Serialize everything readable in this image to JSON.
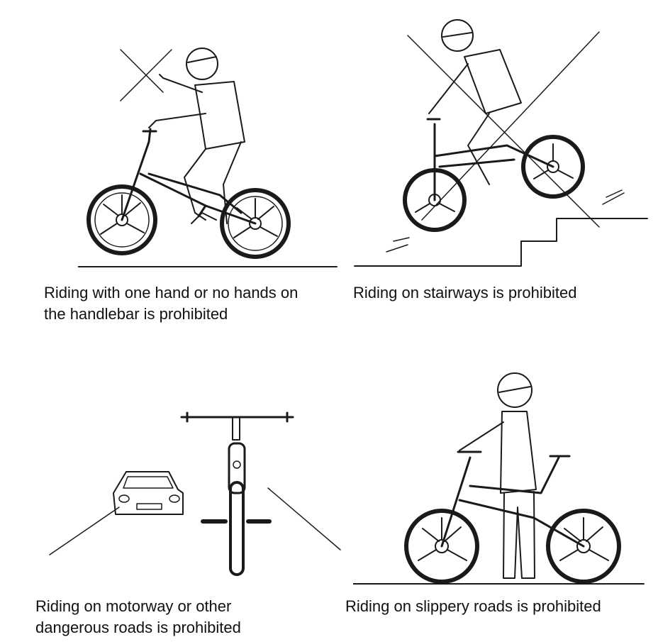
{
  "panels": [
    {
      "caption_line1": "Riding with one hand or no hands on",
      "caption_line2": "the handlebar is prohibited"
    },
    {
      "caption_line1": "Riding on stairways is prohibited",
      "caption_line2": ""
    },
    {
      "caption_line1": "Riding on motorway or other",
      "caption_line2": "dangerous roads is prohibited"
    },
    {
      "caption_line1": "Riding on slippery roads is prohibited",
      "caption_line2": ""
    }
  ]
}
